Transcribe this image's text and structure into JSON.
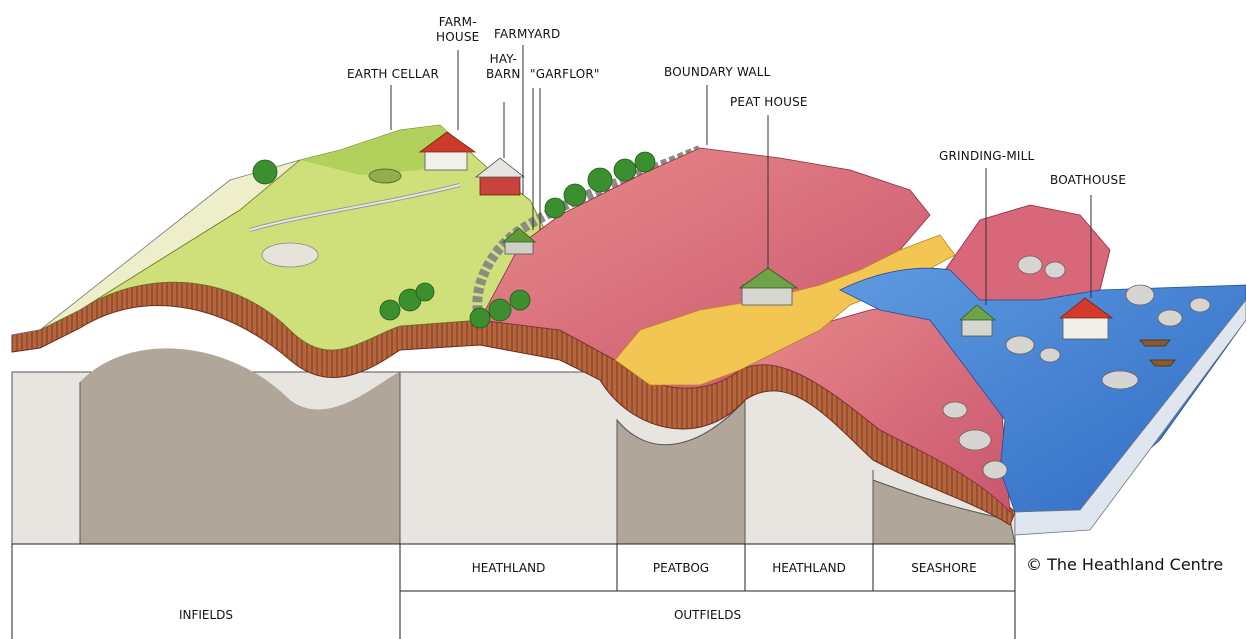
{
  "labels": {
    "earth_cellar": "EARTH CELLAR",
    "farmhouse_line1": "FARM-",
    "farmhouse_line2": "HOUSE",
    "farmyard": "FARMYARD",
    "haybarn_line1": "HAY-",
    "haybarn_line2": "BARN",
    "garflor": "\"GARFLOR\"",
    "boundary_wall": "BOUNDARY WALL",
    "peat_house": "PEAT HOUSE",
    "grinding_mill": "GRINDING-MILL",
    "boathouse": "BOATHOUSE"
  },
  "zones": {
    "upper": [
      "HEATHLAND",
      "PEATBOG",
      "HEATHLAND",
      "SEASHORE"
    ],
    "lower": [
      "INFIELDS",
      "OUTFIELDS"
    ]
  },
  "credit": "© The Heathland Centre",
  "colors": {
    "heather": "#d9677a",
    "meadow": "#cfe07a",
    "peatbog": "#f3c552",
    "sea": "#3f7fd0",
    "soil": "#b4663f",
    "bedrock": "#b0a69a",
    "rock_face": "#e6e3df"
  }
}
